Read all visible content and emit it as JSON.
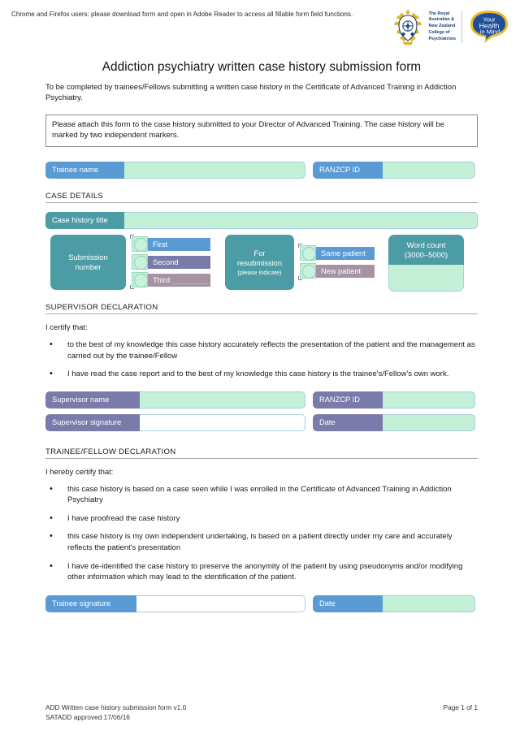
{
  "header": {
    "browser_notice": "Chrome and Firefox users: please download form and open in Adobe Reader to access all fillable form field functions.",
    "crest_lines": "The Royal\nAustralian &\nNew Zealand\nCollege of\nPsychiatrists",
    "crest_line_1": "The Royal",
    "crest_line_2": "Australian &",
    "crest_line_3": "New Zealand",
    "crest_line_4": "College of",
    "crest_line_5": "Psychiatrists",
    "yhm_line_1": "Your",
    "yhm_line_2": "Health",
    "yhm_line_3": "in Mind"
  },
  "title": "Addiction psychiatry written case history submission form",
  "intro": "To be completed by trainees/Fellows submitting a written case history in the Certificate of Advanced Training in Addiction Psychiatry.",
  "callout": "Please attach this form to the case history submitted to your Director of Advanced Training. The case history will be marked by two independent markers.",
  "identity_row": {
    "trainee_name_label": "Trainee name",
    "trainee_name_value": "",
    "ranzcp_id_label": "RANZCP ID",
    "ranzcp_id_value": ""
  },
  "case_details": {
    "heading": "CASE DETAILS",
    "case_history_title_label": "Case history title",
    "case_history_title_value": "",
    "submission_number_label_1": "Submission",
    "submission_number_label_2": "number",
    "submission_options": [
      {
        "label": "First",
        "checked": false
      },
      {
        "label": "Second",
        "checked": false
      },
      {
        "label": "Third",
        "checked": false
      }
    ],
    "resubmission_label_1": "For",
    "resubmission_label_2": "resubmission",
    "resubmission_sub": "(please indicate)",
    "resubmission_options": [
      {
        "label": "Same patient",
        "checked": false
      },
      {
        "label": "New patient",
        "checked": false
      }
    ],
    "word_count_label_1": "Word count",
    "word_count_label_2": "(3000–5000)",
    "word_count_value": ""
  },
  "supervisor": {
    "heading": "SUPERVISOR DECLARATION",
    "certify": "I certify that:",
    "bullets": [
      "to the best of my knowledge this case history accurately reflects the presentation of the patient and the management as carried out by the trainee/Fellow",
      "I have read the case report and to the best of my knowledge this case history is the trainee's/Fellow's own work."
    ],
    "name_label": "Supervisor name",
    "name_value": "",
    "ranzcp_id_label": "RANZCP ID",
    "ranzcp_id_value": "",
    "signature_label": "Supervisor signature",
    "signature_value": "",
    "date_label": "Date",
    "date_value": ""
  },
  "trainee": {
    "heading": "TRAINEE/FELLOW DECLARATION",
    "certify": "I hereby certify that:",
    "bullets": [
      "this case history is based on a case seen while I was enrolled in the Certificate of Advanced Training in Addiction Psychiatry",
      "I have proofread the case history",
      "this case history is my own independent undertaking, is based on a patient directly under my care and accurately reflects the patient's presentation",
      "I have de-identified the case history to preserve the anonymity of the patient by using pseudonyms and/or modifying other information which may lead to the identification of the patient."
    ],
    "signature_label": "Trainee signature",
    "signature_value": "",
    "date_label": "Date",
    "date_value": ""
  },
  "footer": {
    "doc_line_1": "ADD Written case history submission form v1.0",
    "doc_line_2": "SATADD approved 17/06/16",
    "page": "Page 1 of 1"
  },
  "colors": {
    "blue": "#5b9bd5",
    "teal": "#4c9ca6",
    "purple": "#7b7bab",
    "mauve": "#a593a3",
    "field_green": "#c4f0d8",
    "crest_navy": "#1f3f7a",
    "crest_gold": "#e8b923"
  }
}
